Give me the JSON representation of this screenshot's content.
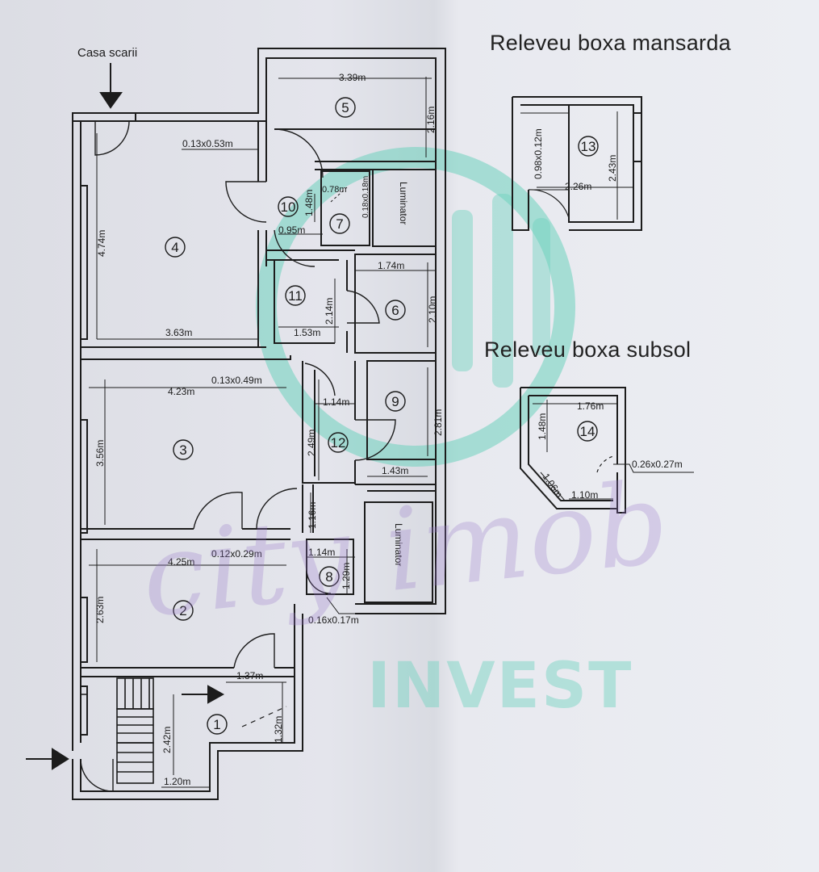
{
  "labels": {
    "staircase": "Casa scarii",
    "attic_title": "Releveu boxa mansarda",
    "basement_title": "Releveu boxa subsol",
    "skylight_1": "Luminator",
    "skylight_2": "Luminator"
  },
  "rooms": [
    "1",
    "2",
    "3",
    "4",
    "5",
    "6",
    "7",
    "8",
    "9",
    "10",
    "11",
    "12",
    "13",
    "14"
  ],
  "dimensions": {
    "d_3_39": "3.39m",
    "d_2_16": "2.16m",
    "d_0_13x0_53": "0.13x0.53m",
    "d_4_74": "4.74m",
    "d_1_48": "1.48m",
    "d_0_78": "0.78m",
    "d_0_18x0_18": "0.18x0.18m",
    "d_0_95": "0.95m",
    "d_1_74": "1.74m",
    "d_2_14": "2.14m",
    "d_2_10": "2.10m",
    "d_3_63": "3.63m",
    "d_1_53": "1.53m",
    "d_0_13x0_49": "0.13x0.49m",
    "d_4_23": "4.23m",
    "d_1_14_a": "1.14m",
    "d_3_56": "3.56m",
    "d_2_49": "2.49m",
    "d_2_81": "2.81m",
    "d_1_43": "1.43m",
    "d_1_16": "1.16m",
    "d_0_12x0_29": "0.12x0.29m",
    "d_4_25": "4.25m",
    "d_1_14_b": "1.14m",
    "d_1_29": "1.29m",
    "d_2_63": "2.63m",
    "d_0_16x0_17": "0.16x0.17m",
    "d_1_37": "1.37m",
    "d_1_32": "1.32m",
    "d_2_42": "2.42m",
    "d_1_20": "1.20m",
    "d_0_98x0_12": "0.98x0.12m",
    "d_2_43": "2.43m",
    "d_2_26": "2.26m",
    "d_1_76": "1.76m",
    "d_1_48_b": "1.48m",
    "d_0_26x0_27": "0.26x0.27m",
    "d_1_06": "1.06m",
    "d_1_10": "1.10m"
  },
  "watermark": {
    "script": "city imob",
    "word": "INVEST"
  },
  "colors": {
    "ink": "#1c1c1c",
    "watermark_green": "#6ed2be",
    "watermark_purple": "#9678c8"
  }
}
